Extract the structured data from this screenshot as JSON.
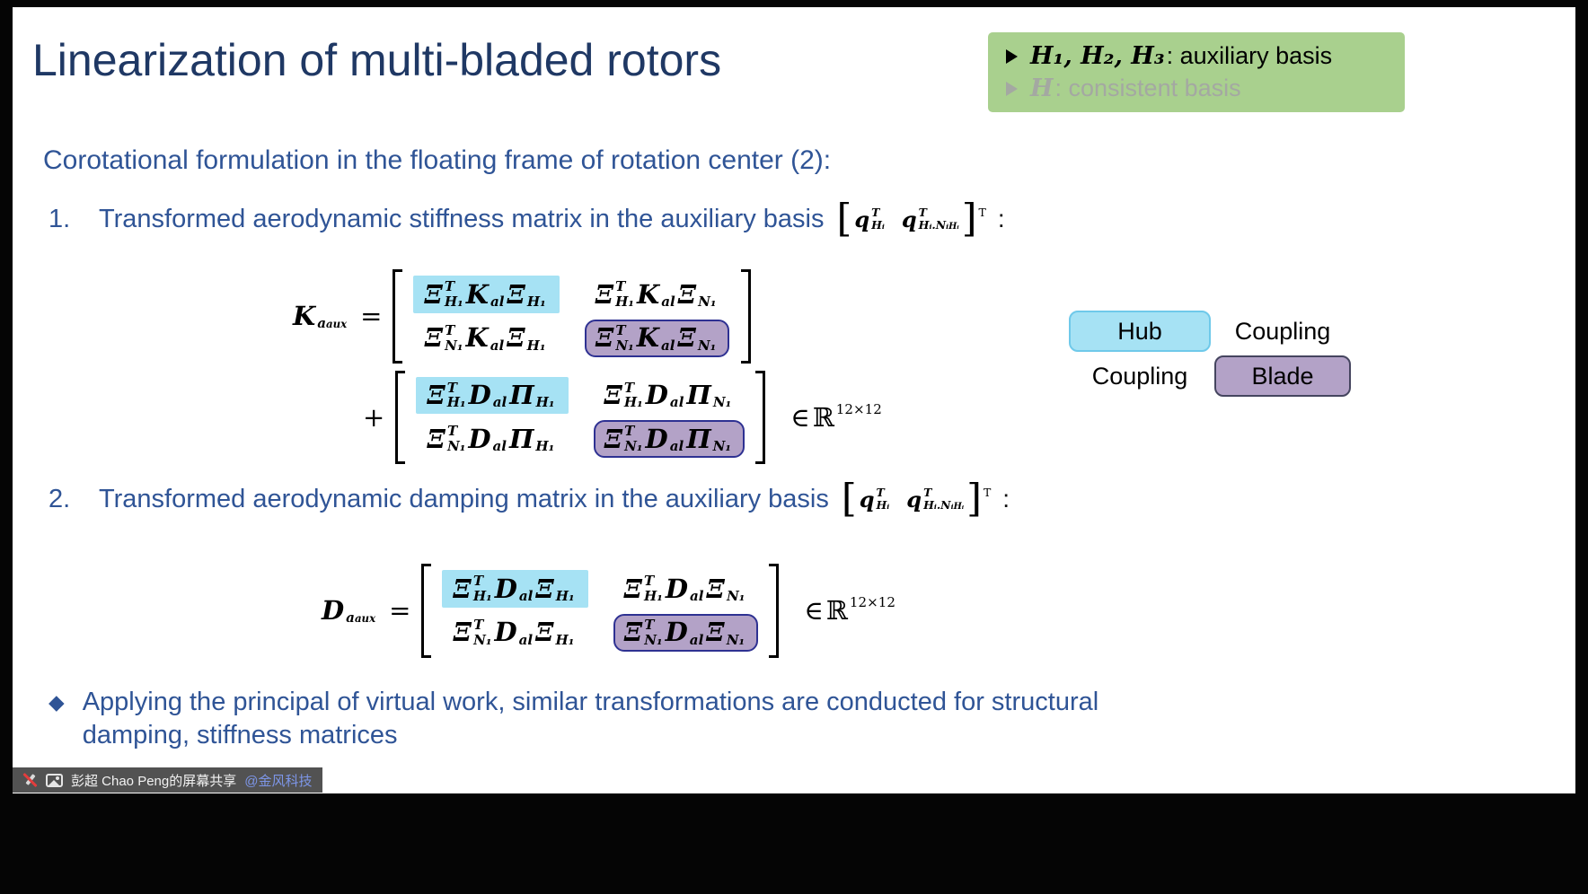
{
  "slide": {
    "title": "Linearization of multi-bladed rotors",
    "subtitle": "Corotational formulation in the floating frame of rotation center (2):",
    "basis_box": {
      "items": [
        {
          "math": "H₁, H₂, H₃",
          "rest": ": auxiliary basis",
          "muted": false
        },
        {
          "math": "H",
          "rest": ": consistent basis",
          "muted": true
        }
      ]
    },
    "items": [
      {
        "num": "1.",
        "text": "Transformed aerodynamic stiffness matrix in the auxiliary basis",
        "colon": ":"
      },
      {
        "num": "2.",
        "text": "Transformed aerodynamic damping matrix in the auxiliary basis",
        "colon": ":"
      }
    ]
  },
  "math": {
    "qvec": [
      {
        "b": "[",
        "big": true,
        "r": true
      },
      {
        "b": "q",
        "sup": "T",
        "sub": "Hᵢ"
      },
      {
        "b": "q",
        "sup": "T",
        "sub": [
          "Hᵢ.Nᵢ",
          "Hᵢ"
        ],
        "gap": true
      },
      {
        "b": "]",
        "big": true,
        "r": true,
        "sup": "T"
      }
    ],
    "r12": [
      {
        "b": "∈",
        "r": true
      },
      {
        "b": "ℝ",
        "r": true,
        "sup": "12×12"
      }
    ],
    "eq1": {
      "lhs": [
        {
          "b": "K",
          "sub": [
            "a",
            "aux"
          ]
        }
      ],
      "eq": "=",
      "plus": "+",
      "m1": {
        "cells": [
          [
            [
              {
                "b": "Ξ",
                "sup": "T",
                "sub": "H₁"
              },
              {
                "b": "K",
                "sub": "al"
              },
              {
                "b": "Ξ",
                "sub": "H₁"
              }
            ],
            [
              {
                "b": "Ξ",
                "sup": "T",
                "sub": "H₁"
              },
              {
                "b": "K",
                "sub": "al"
              },
              {
                "b": "Ξ",
                "sub": "N₁"
              }
            ]
          ],
          [
            [
              {
                "b": "Ξ",
                "sup": "T",
                "sub": "N₁"
              },
              {
                "b": "K",
                "sub": "al"
              },
              {
                "b": "Ξ",
                "sub": "H₁"
              }
            ],
            [
              {
                "b": "Ξ",
                "sup": "T",
                "sub": "N₁"
              },
              {
                "b": "K",
                "sub": "al"
              },
              {
                "b": "Ξ",
                "sub": "N₁"
              }
            ]
          ]
        ],
        "hl": [
          [
            "cyan",
            null
          ],
          [
            null,
            "purple"
          ]
        ]
      },
      "m2": {
        "cells": [
          [
            [
              {
                "b": "Ξ",
                "sup": "T",
                "sub": "H₁"
              },
              {
                "b": "D",
                "sub": "al"
              },
              {
                "b": "Π",
                "sub": "H₁"
              }
            ],
            [
              {
                "b": "Ξ",
                "sup": "T",
                "sub": "H₁"
              },
              {
                "b": "D",
                "sub": "al"
              },
              {
                "b": "Π",
                "sub": "N₁"
              }
            ]
          ],
          [
            [
              {
                "b": "Ξ",
                "sup": "T",
                "sub": "N₁"
              },
              {
                "b": "D",
                "sub": "al"
              },
              {
                "b": "Π",
                "sub": "H₁"
              }
            ],
            [
              {
                "b": "Ξ",
                "sup": "T",
                "sub": "N₁"
              },
              {
                "b": "D",
                "sub": "al"
              },
              {
                "b": "Π",
                "sub": "N₁"
              }
            ]
          ]
        ],
        "hl": [
          [
            "cyan",
            null
          ],
          [
            null,
            "purple"
          ]
        ]
      }
    },
    "eq2": {
      "lhs": [
        {
          "b": "D",
          "sub": [
            "a",
            "aux"
          ]
        }
      ],
      "eq": "=",
      "m": {
        "cells": [
          [
            [
              {
                "b": "Ξ",
                "sup": "T",
                "sub": "H₁"
              },
              {
                "b": "D",
                "sub": "al"
              },
              {
                "b": "Ξ",
                "sub": "H₁"
              }
            ],
            [
              {
                "b": "Ξ",
                "sup": "T",
                "sub": "H₁"
              },
              {
                "b": "D",
                "sub": "al"
              },
              {
                "b": "Ξ",
                "sub": "N₁"
              }
            ]
          ],
          [
            [
              {
                "b": "Ξ",
                "sup": "T",
                "sub": "N₁"
              },
              {
                "b": "D",
                "sub": "al"
              },
              {
                "b": "Ξ",
                "sub": "H₁"
              }
            ],
            [
              {
                "b": "Ξ",
                "sup": "T",
                "sub": "N₁"
              },
              {
                "b": "D",
                "sub": "al"
              },
              {
                "b": "Ξ",
                "sub": "N₁"
              }
            ]
          ]
        ],
        "hl": [
          [
            "cyan",
            null
          ],
          [
            null,
            "purple"
          ]
        ]
      }
    }
  },
  "legend": {
    "hub": "Hub",
    "coupling_top": "Coupling",
    "coupling_left": "Coupling",
    "blade": "Blade"
  },
  "bullet": {
    "text": "Applying the principal of virtual work, similar transformations are conducted for structural damping, stiffness matrices"
  },
  "window": {
    "share_bar": {
      "text": "彭超 Chao Peng的屏幕共享",
      "mention": "@金风科技"
    }
  },
  "icons": {
    "diamond_bullet": "◆",
    "arrow_bullet": "triangle-right",
    "annotation_disabled": "pencil-slash",
    "screen_preview": "image-frame"
  },
  "colors": {
    "title": "#1F3864",
    "body_text": "#2F5496",
    "basis_box_bg": "#A9D08E",
    "muted_text": "#A6A6A6",
    "hub_highlight": "#A6E2F4",
    "blade_highlight": "#B3A2C7",
    "blade_border": "#2E3192",
    "share_mention": "#7D96E8"
  }
}
